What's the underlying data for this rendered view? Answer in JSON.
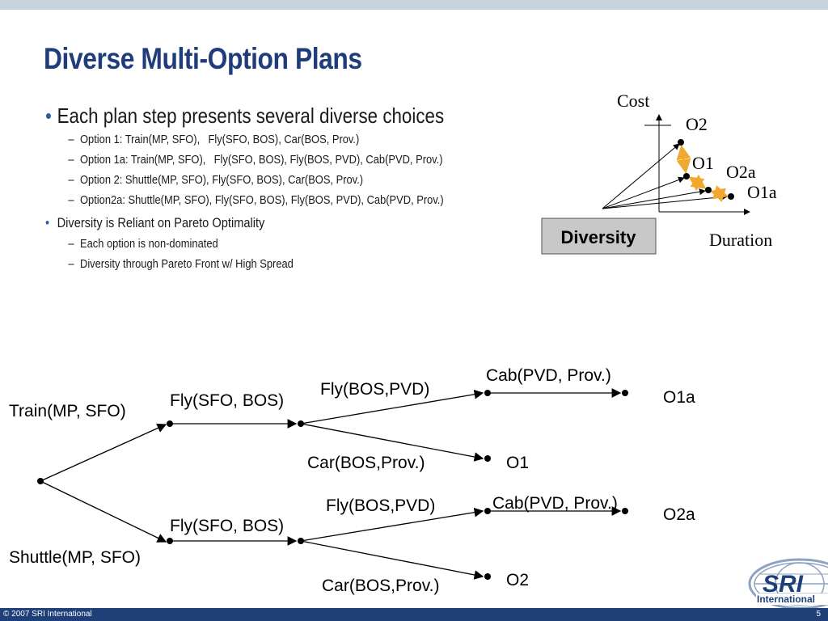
{
  "slide": {
    "title": "Diverse Multi-Option Plans",
    "footer_copyright": "© 2007 SRI International",
    "page_number": "5",
    "logo_text": "SRI",
    "logo_subtext": "International"
  },
  "bullets": [
    {
      "text": "Each plan step presents several diverse choices",
      "subs": [
        {
          "label": "Option 1:   Train(MP, SFO),",
          "rest": "Fly(SFO, BOS), Car(BOS, Prov.)"
        },
        {
          "label": "Option 1a: Train(MP, SFO),",
          "rest": "Fly(SFO, BOS), Fly(BOS, PVD), Cab(PVD, Prov.)"
        },
        {
          "label": "Option 2:   Shuttle(MP, SFO), Fly(SFO, BOS), Car(BOS, Prov.)",
          "rest": ""
        },
        {
          "label": "Option2a:  Shuttle(MP, SFO), Fly(SFO, BOS), Fly(BOS, PVD), Cab(PVD, Prov.)",
          "rest": ""
        }
      ]
    },
    {
      "text": "Diversity is Reliant on Pareto Optimality",
      "subs": [
        {
          "label": "Each option is non-dominated",
          "rest": ""
        },
        {
          "label": "Diversity through Pareto Front w/ High Spread",
          "rest": ""
        }
      ]
    }
  ],
  "pareto": {
    "y_label": "Cost",
    "x_label": "Duration",
    "box_label": "Diversity",
    "points": [
      "O2",
      "O1",
      "O2a",
      "O1a"
    ],
    "arrow_color": "#f0a830",
    "box_fill": "#c8c8c8"
  },
  "tree": {
    "root_labels": [
      "Train(MP, SFO)",
      "Shuttle(MP, SFO)"
    ],
    "upper": {
      "fly1": "Fly(SFO, BOS)",
      "fly2": "Fly(BOS,PVD)",
      "cab": "Cab(PVD, Prov.)",
      "car": "Car(BOS,Prov.)",
      "end_a": "O1a",
      "end_b": "O1"
    },
    "lower": {
      "fly1": "Fly(SFO, BOS)",
      "fly2": "Fly(BOS,PVD)",
      "cab": "Cab(PVD, Prov.)",
      "car": "Car(BOS,Prov.)",
      "end_a": "O2a",
      "end_b": "O2"
    }
  },
  "colors": {
    "title": "#1f3d7a",
    "footer": "#1e3f78",
    "topbar": "#c9d3df",
    "bullet": "#2e5da8"
  }
}
